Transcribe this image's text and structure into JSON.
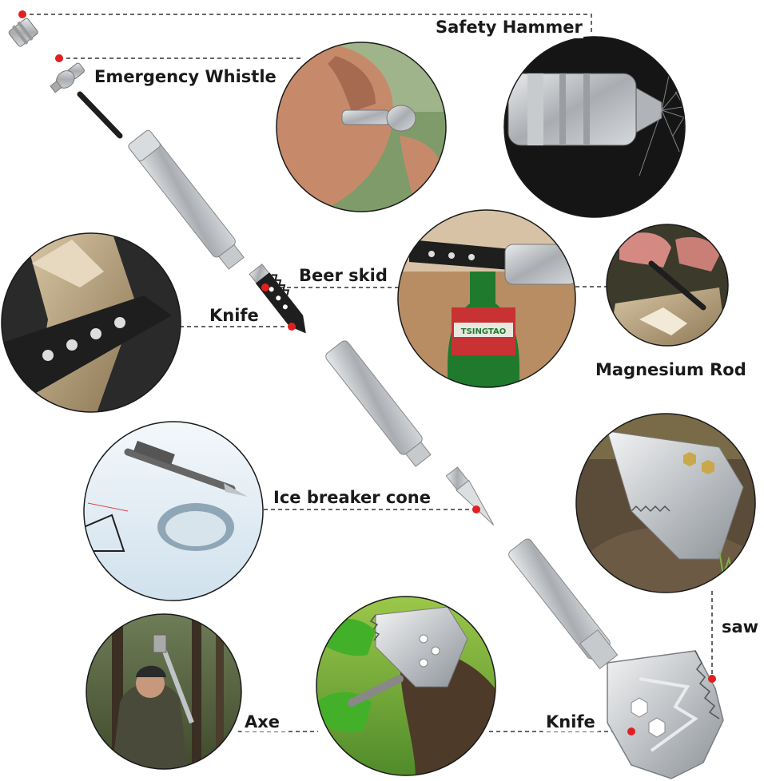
{
  "labels": {
    "safety_hammer": "Safety Hammer",
    "emergency_whistle": "Emergency Whistle",
    "beer_skid": "Beer skid",
    "knife_upper": "Knife",
    "magnesium_rod": "Magnesium Rod",
    "ice_breaker_cone": "Ice breaker cone",
    "saw": "saw",
    "axe": "Axe",
    "knife_lower": "Knife"
  },
  "bottle_brand": "TSINGTAO",
  "colors": {
    "pointer_dot": "#e02020",
    "leader_line": "#333333",
    "label_text": "#1a1a1a",
    "metal": "#b8bcc0",
    "tool_black": "#1e1e1e",
    "bottle_green": "#1f7a2e"
  }
}
